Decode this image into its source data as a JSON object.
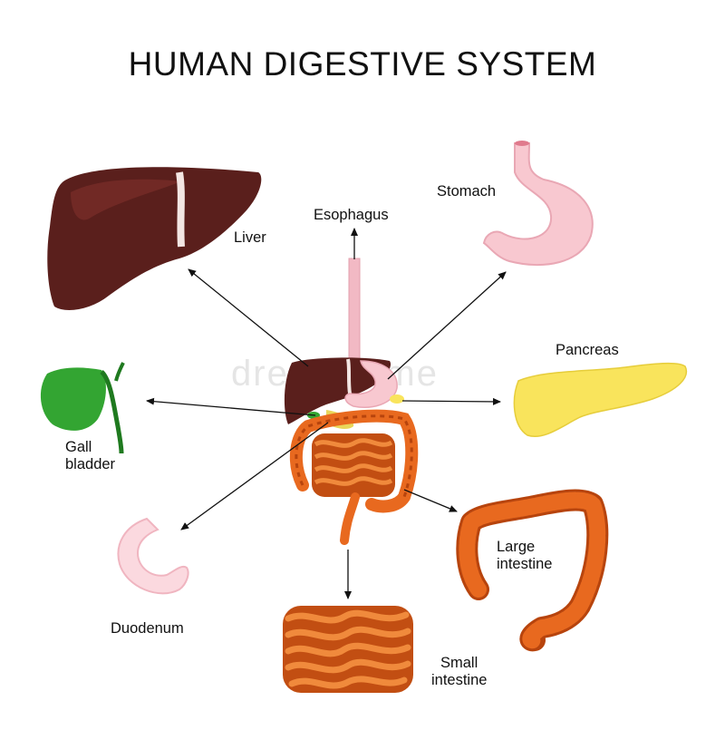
{
  "title": "HUMAN DIGESTIVE SYSTEM",
  "labels": {
    "liver": "Liver",
    "esophagus": "Esophagus",
    "stomach": "Stomach",
    "pancreas": "Pancreas",
    "gall_bladder": [
      "Gall",
      "bladder"
    ],
    "duodenum": "Duodenum",
    "large_intestine": [
      "Large",
      "intestine"
    ],
    "small_intestine": [
      "Small",
      "intestine"
    ]
  },
  "watermark": "dreamstime",
  "colors": {
    "liver": "#5a1f1c",
    "liver_highlight": "#7a2e2a",
    "stomach": "#f8c8d0",
    "esophagus": "#f2b9c4",
    "pancreas": "#f9e45c",
    "gall_bladder": "#33a532",
    "duodenum": "#fbd9df",
    "intestine": "#e8691f",
    "intestine_dark": "#b7440d",
    "arrow": "#111111"
  }
}
